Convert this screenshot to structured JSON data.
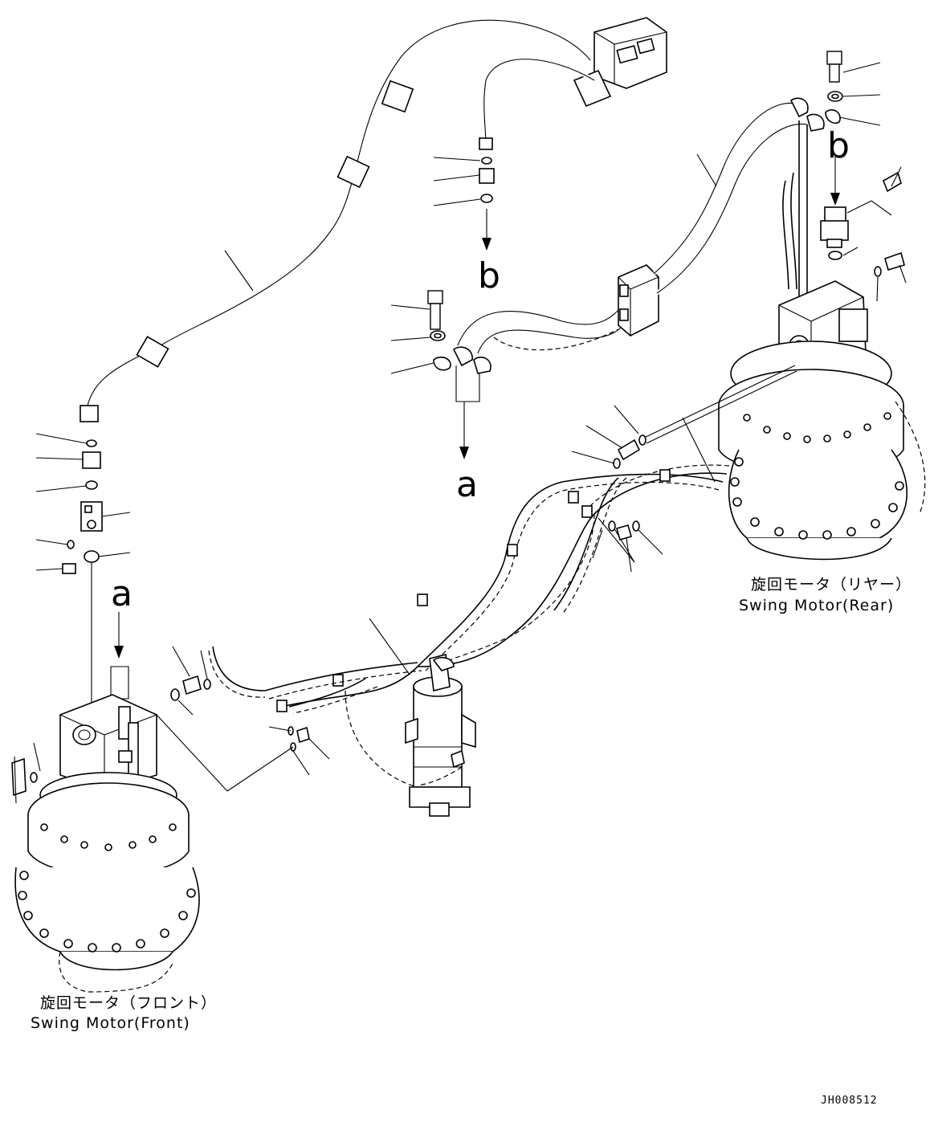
{
  "callouts": {
    "a": "a",
    "b": "b"
  },
  "labels": {
    "front_jp": "旋回モータ（フロント）",
    "front_en": "Swing Motor(Front)",
    "rear_jp": "旋回モータ（リヤー）",
    "rear_en": "Swing Motor(Rear)"
  },
  "drawing_code": "JH008512"
}
